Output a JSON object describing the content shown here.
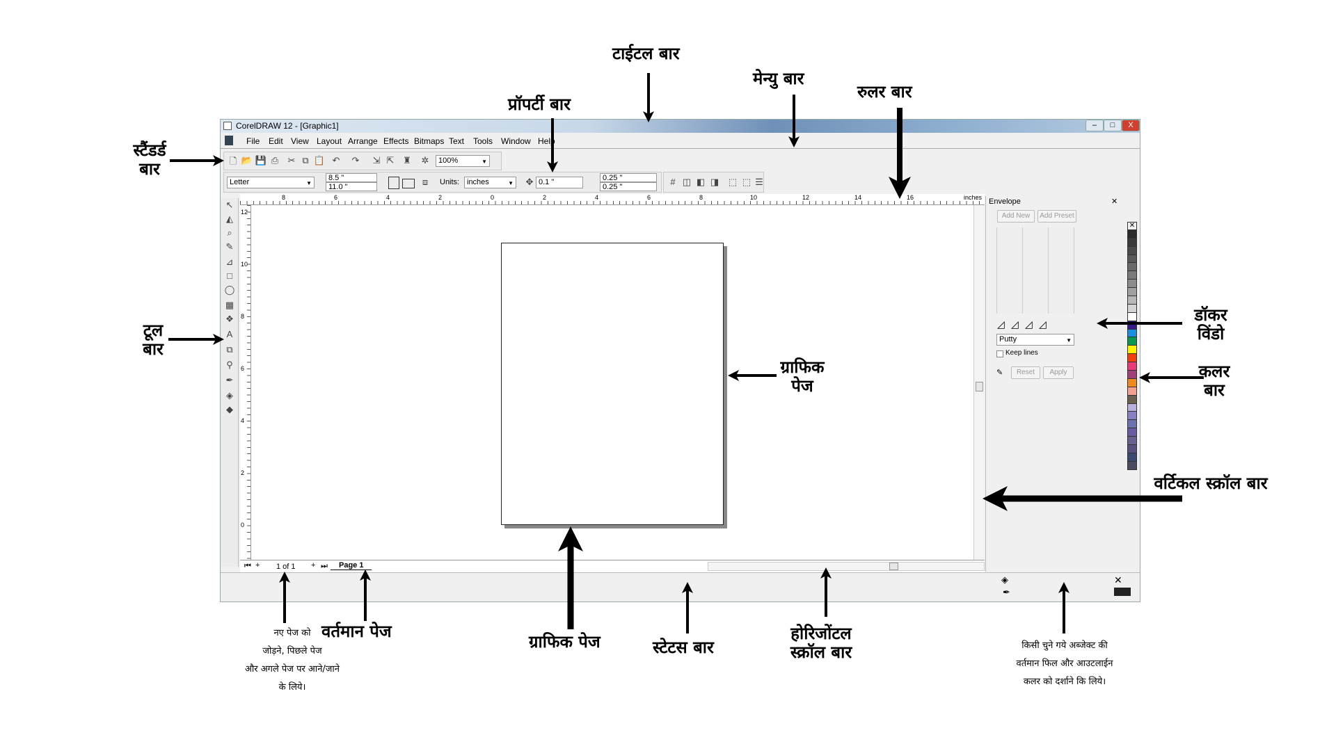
{
  "window": {
    "title": "CorelDRAW 12 - [Graphic1]",
    "min": "–",
    "max": "□",
    "close": "X"
  },
  "menu": [
    "File",
    "Edit",
    "View",
    "Layout",
    "Arrange",
    "Effects",
    "Bitmaps",
    "Text",
    "Tools",
    "Window",
    "Help"
  ],
  "standard_toolbar": {
    "zoom": "100%"
  },
  "property_bar": {
    "paper": "Letter",
    "width": "8.5 \"",
    "height": "11.0 \"",
    "units_label": "Units:",
    "units": "inches",
    "nudge": "0.1 \"",
    "dup_x": "0.25 \"",
    "dup_y": "0.25 \""
  },
  "ruler": {
    "h_ticks": [
      "8",
      "6",
      "4",
      "2",
      "0",
      "2",
      "4",
      "6",
      "8",
      "10",
      "12",
      "14",
      "16"
    ],
    "unit": "inches",
    "v_ticks": [
      "12",
      "10",
      "8",
      "6",
      "4",
      "2",
      "0"
    ]
  },
  "page_nav": {
    "count": "1 of 1",
    "tab": "Page 1"
  },
  "docker": {
    "title": "Envelope",
    "add_new": "Add New",
    "add_preset": "Add Preset",
    "mode": "Putty",
    "keep_lines": "Keep lines",
    "reset": "Reset",
    "apply": "Apply"
  },
  "palette": [
    "#2b2b2b",
    "#3a3a3a",
    "#4a4a4a",
    "#5a5a5a",
    "#6a6a6a",
    "#7a7a7a",
    "#8c8c8c",
    "#a0a0a0",
    "#b8b8b8",
    "#d4d4d4",
    "#ffffff",
    "#3a1a88",
    "#1a8ee0",
    "#0a9650",
    "#fff200",
    "#f04010",
    "#e83a7a",
    "#a0407a",
    "#f08a20",
    "#f4a090",
    "#6b6050",
    "#b8b0dc",
    "#8880c0",
    "#6a70b0",
    "#6a5aa0",
    "#6a6090",
    "#5a5080",
    "#3a4a70",
    "#4a4a60"
  ],
  "annotations": {
    "title_bar": "टाईटल बार",
    "menu_bar": "मेन्यु बार",
    "ruler_bar": "रुलर बार",
    "property_bar": "प्रॉपर्टी बार",
    "standard_bar": "स्टैंडर्ड बार",
    "tool_bar": "टूल बार",
    "graphic_page_right": "ग्राफिक पेज",
    "docker_window": "डॉकर विंडो",
    "color_bar": "कलर बार",
    "vertical_scroll": "वर्टिकल स्क्रॉल बार",
    "current_page": "वर्तमान पेज",
    "graphic_page_bottom": "ग्राफिक पेज",
    "status_bar": "स्टेटस बार",
    "horizontal_scroll": "होरिजोंटल स्क्रॉल बार",
    "page_nav_note": [
      "नए पेज को",
      "जोड़ने, पिछले पेज",
      "और अगले पेज पर आने/जाने",
      "के लिये।"
    ],
    "fill_note": [
      "किसी चुने गये अब्जेक्ट की",
      "वर्तमान फिल और आउटलाईन",
      "कलर को दर्शाने कि लिये।"
    ]
  }
}
